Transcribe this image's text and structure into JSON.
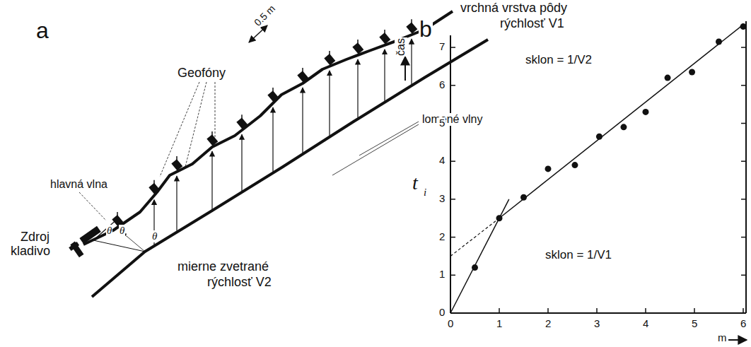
{
  "diagram": {
    "labels": [
      "a",
      "b",
      "0.5 m",
      "vrchná vrstva pôdy",
      "rýchlosť V1",
      "Geofóny",
      "hlavná vlna",
      "lomené vlny",
      "Zdroj",
      "kladivo",
      "θ",
      "θ",
      "θ",
      "mierne zvetrané",
      "rýchlosť V2",
      "čas",
      "sklon = 1/V2",
      "sklon = 1/V1",
      "t",
      "i",
      "0",
      "1",
      "2",
      "3",
      "4",
      "5",
      "6",
      "7",
      "0",
      "1",
      "2",
      "3",
      "4",
      "5",
      "6",
      "m"
    ]
  }
}
